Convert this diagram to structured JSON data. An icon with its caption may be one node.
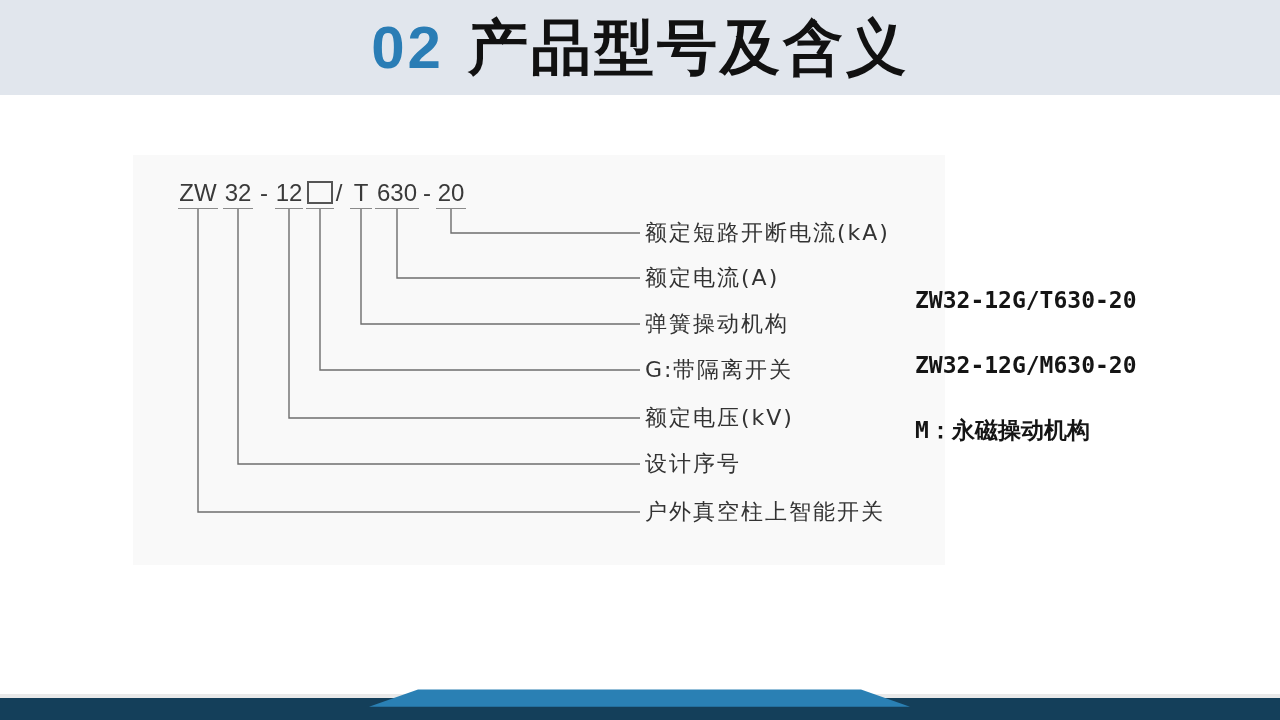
{
  "diagram": {
    "title": "02 产品型号及含义",
    "nodes": [
      {
        "text": [
          "ZW"
        ]
      },
      {
        "text": [
          "32"
        ]
      },
      {
        "text": [
          "12"
        ]
      },
      {
        "text": [],
        "shape": "box"
      },
      {
        "text": [
          "T"
        ]
      },
      {
        "text": [
          "630"
        ]
      },
      {
        "text": [
          "20"
        ]
      },
      {
        "text": [
          "额定短路开断电流(kA)"
        ]
      },
      {
        "text": [
          "额定电流(A)"
        ]
      },
      {
        "text": [
          "弹簧操动机构"
        ]
      },
      {
        "text": [
          "G:带隔离开关"
        ]
      },
      {
        "text": [
          "额定电压(kV)"
        ]
      },
      {
        "text": [
          "设计序号"
        ]
      },
      {
        "text": [
          "户外真空柱上智能开关"
        ]
      }
    ],
    "edges": [
      {
        "from": 0,
        "to": 13,
        "arrow": "none"
      },
      {
        "from": 1,
        "to": 12,
        "arrow": "none"
      },
      {
        "from": 2,
        "to": 11,
        "arrow": "none"
      },
      {
        "from": 3,
        "to": 10,
        "arrow": "none"
      },
      {
        "from": 4,
        "to": 9,
        "arrow": "none"
      },
      {
        "from": 5,
        "to": 8,
        "arrow": "none"
      },
      {
        "from": 6,
        "to": 7,
        "arrow": "none"
      }
    ],
    "labels": [
      "-",
      "/",
      "-",
      "ZW32-12G/T630-20",
      "ZW32-12G/M630-20",
      "M：永磁操动机构"
    ]
  }
}
